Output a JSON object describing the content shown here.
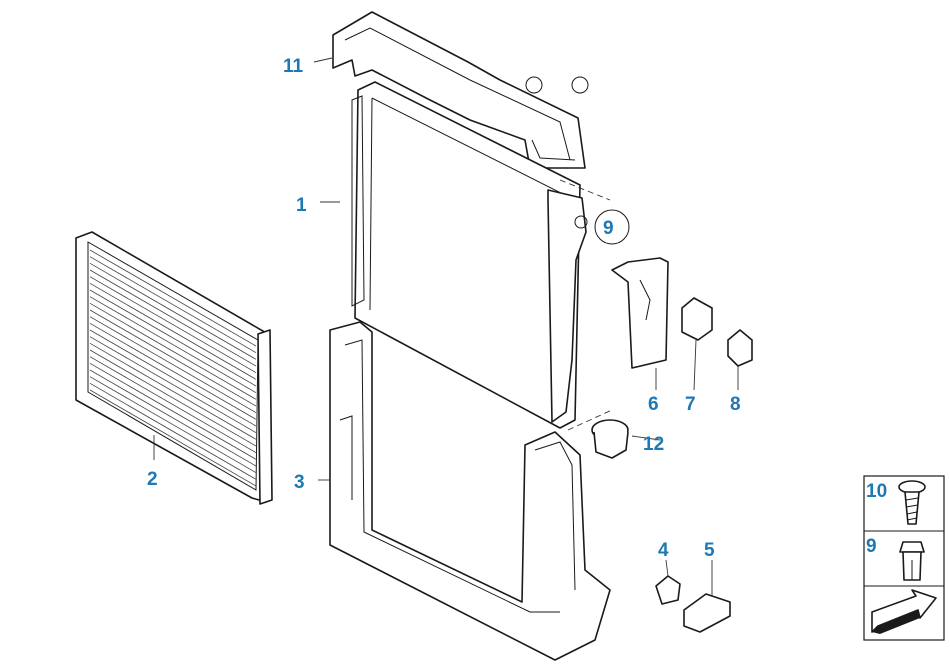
{
  "diagram": {
    "callouts": {
      "p1": "1",
      "p2": "2",
      "p3": "3",
      "p4": "4",
      "p5": "5",
      "p6": "6",
      "p7": "7",
      "p8": "8",
      "p9": "9",
      "p10": "10",
      "p11": "11",
      "p12": "12"
    },
    "legend": {
      "item_a": "10",
      "item_b": "9"
    },
    "accent_color": "#1e78b4"
  }
}
